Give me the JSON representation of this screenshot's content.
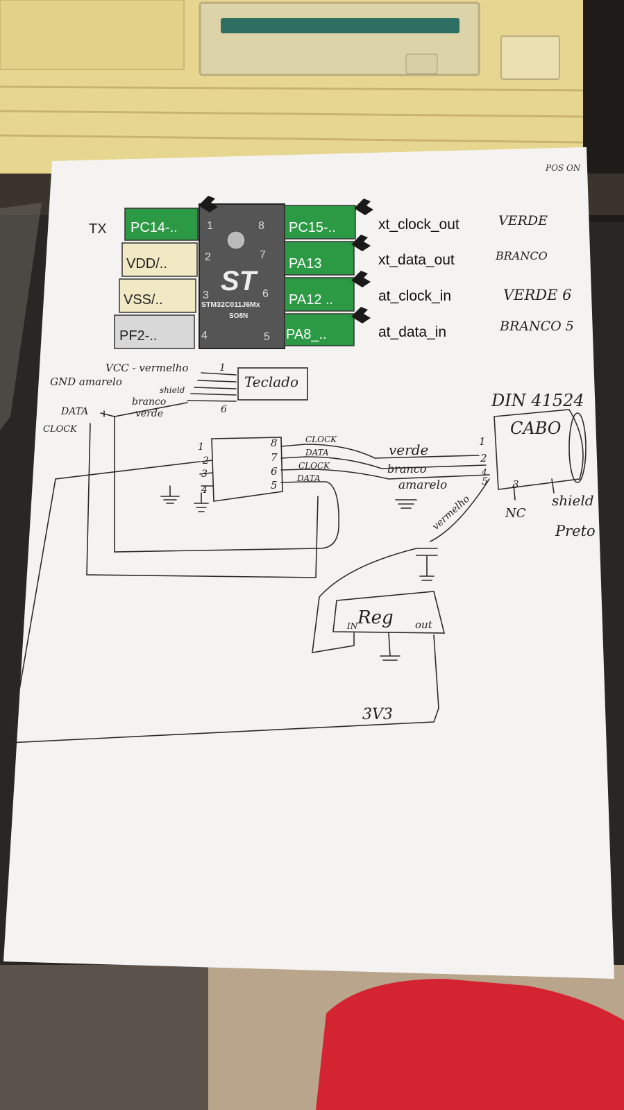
{
  "chip": {
    "part": "STM32C011J6Mx",
    "package": "SO8N",
    "logo": "ST",
    "left_pins": [
      {
        "label": "PC14-..",
        "num": "1"
      },
      {
        "label": "VDD/..",
        "num": "2"
      },
      {
        "label": "VSS/..",
        "num": "3"
      },
      {
        "label": "PF2-..",
        "num": "4"
      }
    ],
    "right_pins": [
      {
        "label": "PC15-..",
        "num": "8"
      },
      {
        "label": "PA13",
        "num": "7"
      },
      {
        "label": "PA12 ..",
        "num": "6"
      },
      {
        "label": "PA8_..",
        "num": "5"
      }
    ],
    "tx_label": "TX"
  },
  "signals": [
    {
      "name": "xt_clock_out",
      "note": "VERDE"
    },
    {
      "name": "xt_data_out",
      "note": "BRANCO"
    },
    {
      "name": "at_clock_in",
      "note": "VERDE 6"
    },
    {
      "name": "at_data_in",
      "note": "BRANCO 5"
    }
  ],
  "corner_note": "POS ON",
  "teclado": {
    "label": "Teclado",
    "wires": [
      "VCC - vermelho",
      "GND amarelo",
      "shield",
      "branco",
      "verde"
    ],
    "pin_first": "1",
    "pin_last": "6",
    "data_label": "DATA",
    "clock_label": "CLOCK"
  },
  "mcu_sketch": {
    "left_pins": [
      "1",
      "2",
      "3",
      "4"
    ],
    "right_pins": [
      "8",
      "7",
      "6",
      "5"
    ],
    "right_labels": [
      "CLOCK",
      "DATA",
      "CLOCK",
      "DATA"
    ]
  },
  "cabo": {
    "title": "DIN 41524",
    "label": "CABO",
    "pins": [
      "1",
      "2",
      "4",
      "5",
      "3"
    ],
    "wire_colors": [
      "verde",
      "branco",
      "amarelo",
      "vermelho"
    ],
    "nc_label": "NC",
    "shield_label": "shield",
    "shield_color": "Preto"
  },
  "regulator": {
    "label": "Reg",
    "in_label": "IN",
    "out_label": "out",
    "output_label": "3V3"
  }
}
